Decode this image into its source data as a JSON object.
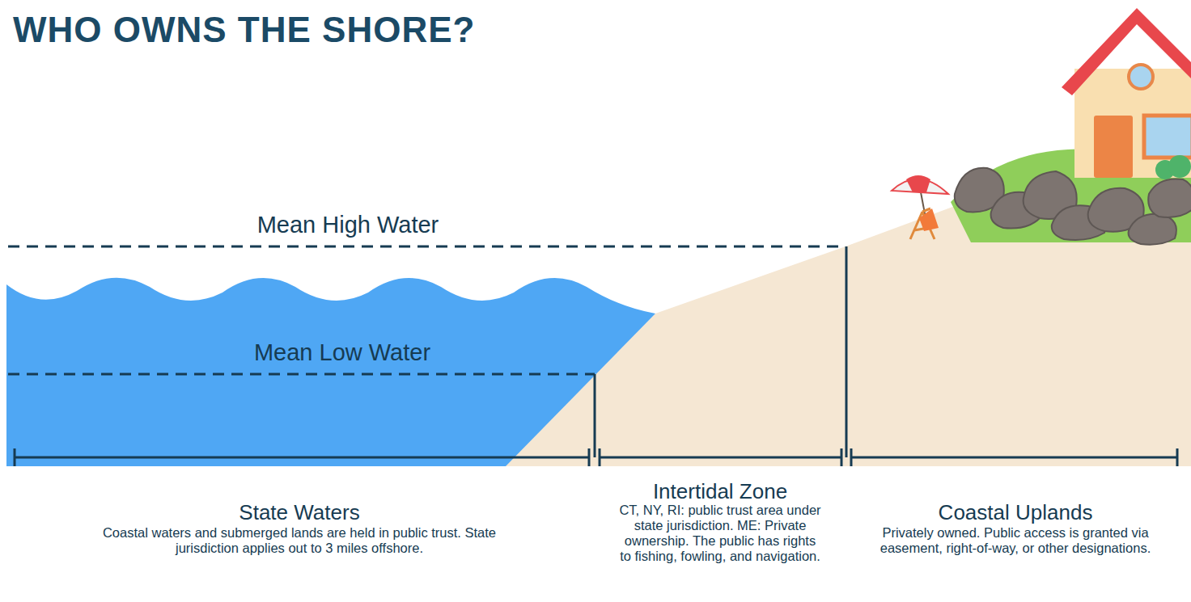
{
  "diagram": {
    "title": "WHO OWNS THE SHORE?",
    "labels": [
      "Mean High Water",
      "Mean Low Water",
      "State Waters",
      "Coastal waters and submerged lands are held in public trust. State jurisdiction applies out to 3 miles offshore.",
      "Intertidal Zone",
      "CT, NY, RI: public trust area under state jurisdiction. ME: Private ownership. The public has rights to fishing, fowling, and navigation.",
      "Coastal Uplands",
      "Privately owned. Public access is granted via easement, right-of-way, or other designations."
    ]
  }
}
